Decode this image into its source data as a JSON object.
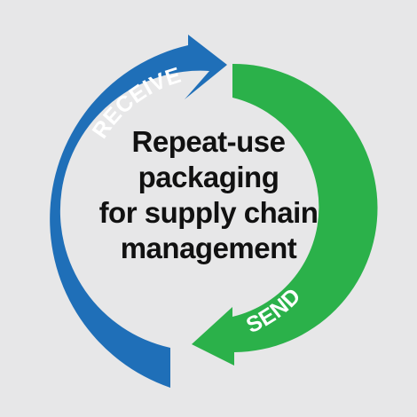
{
  "cycle": {
    "receive_label": "RECEIVE",
    "send_label": "SEND",
    "receive_color": "#1f6fb8",
    "send_color": "#2bb14a",
    "background_color": "#e7e7e8"
  },
  "center": {
    "lines": [
      "Repeat-use",
      "packaging",
      "for supply chain",
      "management"
    ]
  }
}
